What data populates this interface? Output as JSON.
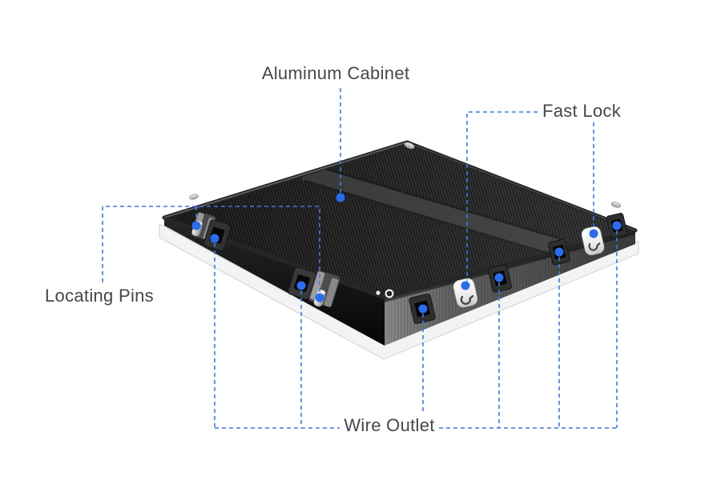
{
  "figure": {
    "type": "product-annotation-diagram",
    "subject": "aluminum cabinet rear view",
    "background": "#ffffff"
  },
  "annotations": {
    "aluminum_cabinet": {
      "label": "Aluminum Cabinet",
      "dot_count": 1
    },
    "fast_lock": {
      "label": "Fast Lock",
      "dot_count": 2
    },
    "locating_pins": {
      "label": "Locating Pins",
      "dot_count": 2
    },
    "wire_outlet": {
      "label": "Wire Outlet",
      "dot_count": 6
    }
  },
  "colors": {
    "label_text": "#45474d",
    "leader_line_blue": "#3f76ef",
    "annotation_dot_blue": "#2a6cf0",
    "cabinet_top": "#2f2f2f",
    "cabinet_fin_dark": "#171717",
    "cabinet_left_face": "#1a1a1a",
    "cabinet_right_face": "#5a5a5a",
    "base_plate": "#f3f3f3"
  }
}
